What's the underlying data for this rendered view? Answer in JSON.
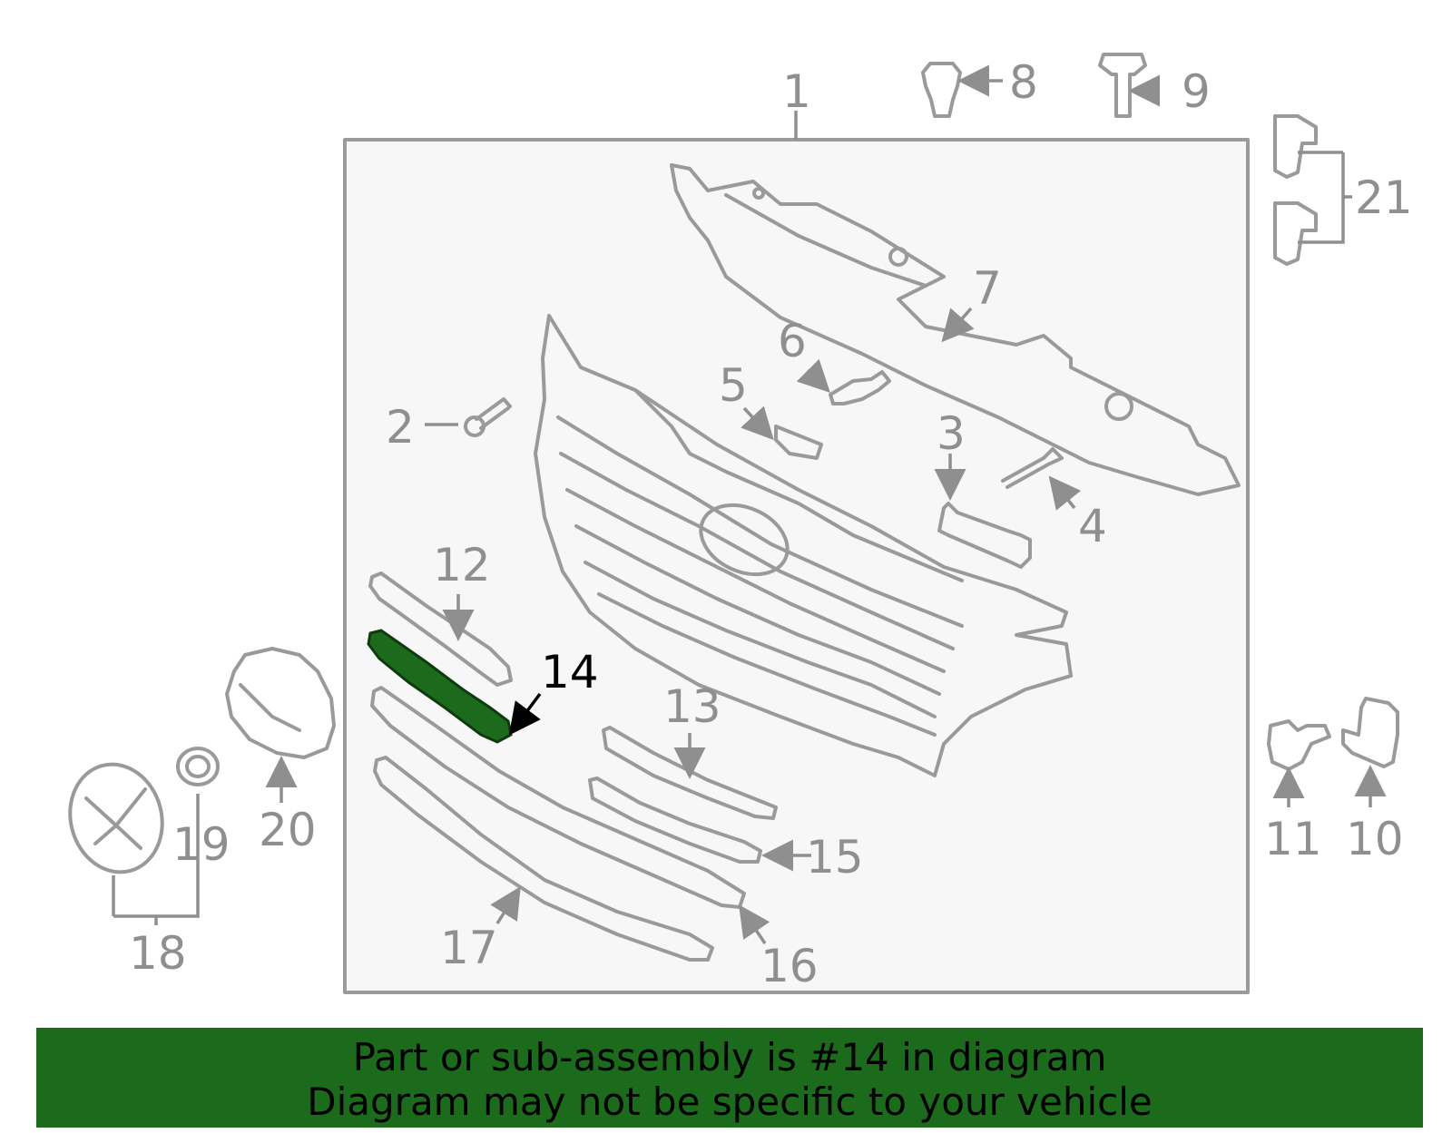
{
  "parts": [
    {
      "n": "1"
    },
    {
      "n": "2"
    },
    {
      "n": "3"
    },
    {
      "n": "4"
    },
    {
      "n": "5"
    },
    {
      "n": "6"
    },
    {
      "n": "7"
    },
    {
      "n": "8"
    },
    {
      "n": "9"
    },
    {
      "n": "10"
    },
    {
      "n": "11"
    },
    {
      "n": "12"
    },
    {
      "n": "13"
    },
    {
      "n": "14"
    },
    {
      "n": "15"
    },
    {
      "n": "16"
    },
    {
      "n": "17"
    },
    {
      "n": "18"
    },
    {
      "n": "19"
    },
    {
      "n": "20"
    },
    {
      "n": "21"
    }
  ],
  "highlighted_part": "14",
  "banner": {
    "line1": "Part or sub-assembly is #14 in diagram",
    "line2": "Diagram may not be specific to your vehicle"
  },
  "colors": {
    "line": "#9a9a9a",
    "highlight_fill": "#1c6b1c",
    "banner_bg": "#1c6b1c",
    "panel_bg": "#f7f7f7"
  }
}
